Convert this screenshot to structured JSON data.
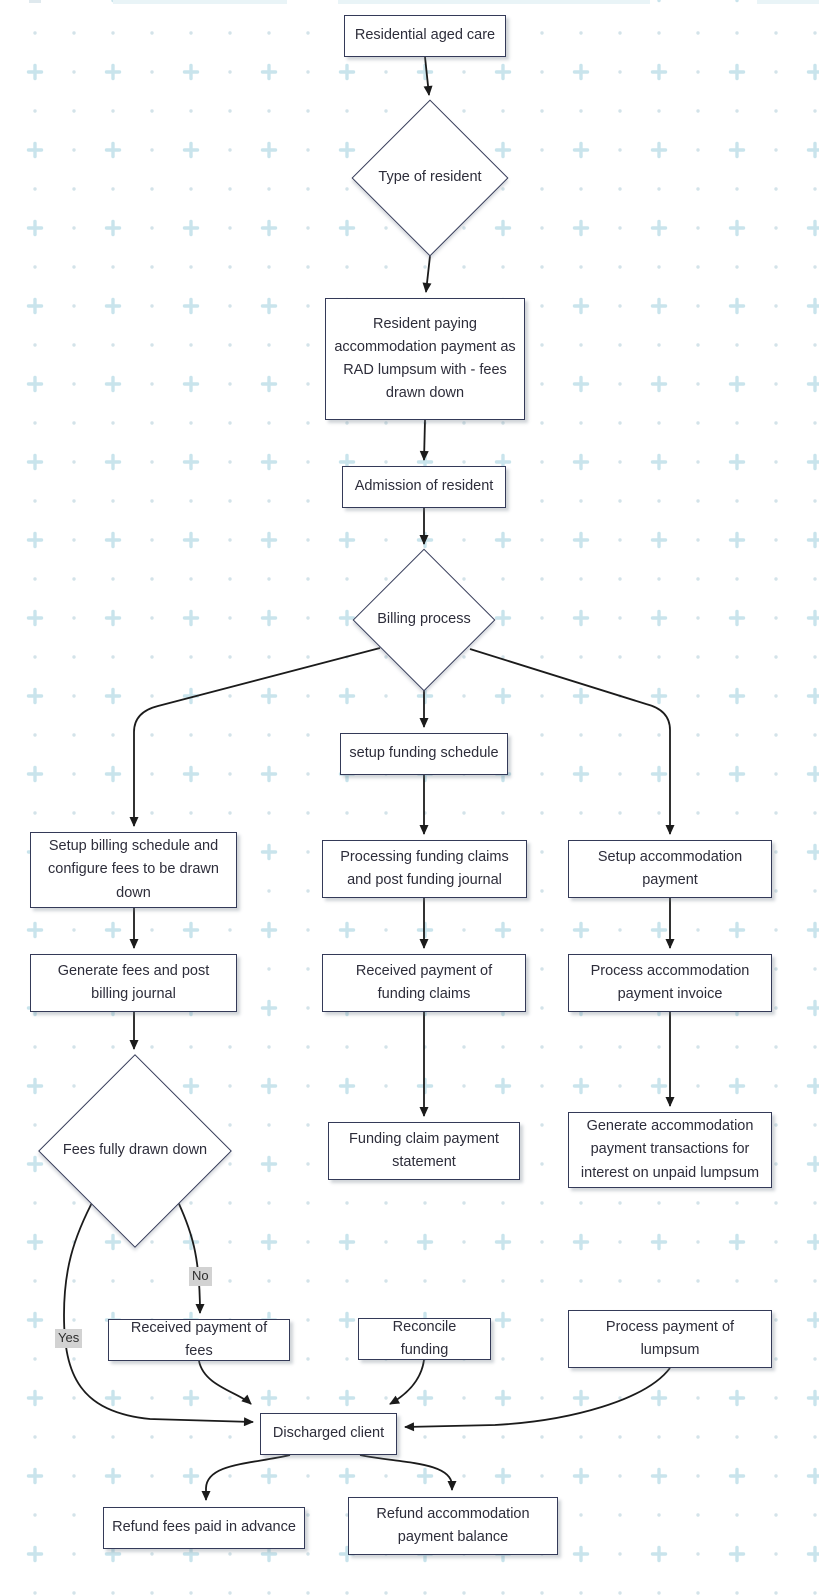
{
  "diagram": {
    "type": "flowchart",
    "nodes": {
      "residential": {
        "label": "Residential aged care",
        "shape": "rect"
      },
      "type_of_resident": {
        "label": "Type of resident",
        "shape": "diamond"
      },
      "resident_paying": {
        "label": "Resident paying accommodation payment as RAD lumpsum with - fees drawn down",
        "shape": "rect"
      },
      "admission": {
        "label": "Admission of resident",
        "shape": "rect"
      },
      "billing_process": {
        "label": "Billing process",
        "shape": "diamond"
      },
      "setup_funding_schedule": {
        "label": "setup funding schedule",
        "shape": "rect"
      },
      "setup_billing_schedule": {
        "label": "Setup billing schedule and configure fees to be drawn down",
        "shape": "rect"
      },
      "processing_funding_claims": {
        "label": "Processing funding claims and post funding journal",
        "shape": "rect"
      },
      "setup_accommodation_payment": {
        "label": "Setup accommodation payment",
        "shape": "rect"
      },
      "generate_fees": {
        "label": "Generate fees and post billing journal",
        "shape": "rect"
      },
      "received_funding_claims": {
        "label": "Received payment of funding claims",
        "shape": "rect"
      },
      "process_accom_invoice": {
        "label": "Process accommodation payment invoice",
        "shape": "rect"
      },
      "fees_fully_drawn": {
        "label": "Fees fully drawn down",
        "shape": "diamond"
      },
      "funding_claim_statement": {
        "label": "Funding claim payment statement",
        "shape": "rect"
      },
      "generate_accom_transactions": {
        "label": "Generate accommodation payment transactions for interest on unpaid lumpsum",
        "shape": "rect"
      },
      "received_payment_fees": {
        "label": "Received payment of fees",
        "shape": "rect"
      },
      "reconcile_funding": {
        "label": "Reconcile funding",
        "shape": "rect"
      },
      "process_payment_lumpsum": {
        "label": "Process payment of lumpsum",
        "shape": "rect"
      },
      "discharged_client": {
        "label": "Discharged client",
        "shape": "rect"
      },
      "refund_fees_advance": {
        "label": "Refund fees paid in advance",
        "shape": "rect"
      },
      "refund_accom_balance": {
        "label": "Refund accommodation payment balance",
        "shape": "rect"
      }
    },
    "edge_labels": {
      "yes": "Yes",
      "no": "No"
    },
    "colors": {
      "node_border": "#343a58",
      "node_fill": "#ffffff",
      "text": "#2d2d3a",
      "edge": "#1b1b1b",
      "edge_label_bg": "#d2d2d2",
      "pattern_plus": "#c9e4ec",
      "pattern_dot": "#d3e3e9"
    }
  }
}
